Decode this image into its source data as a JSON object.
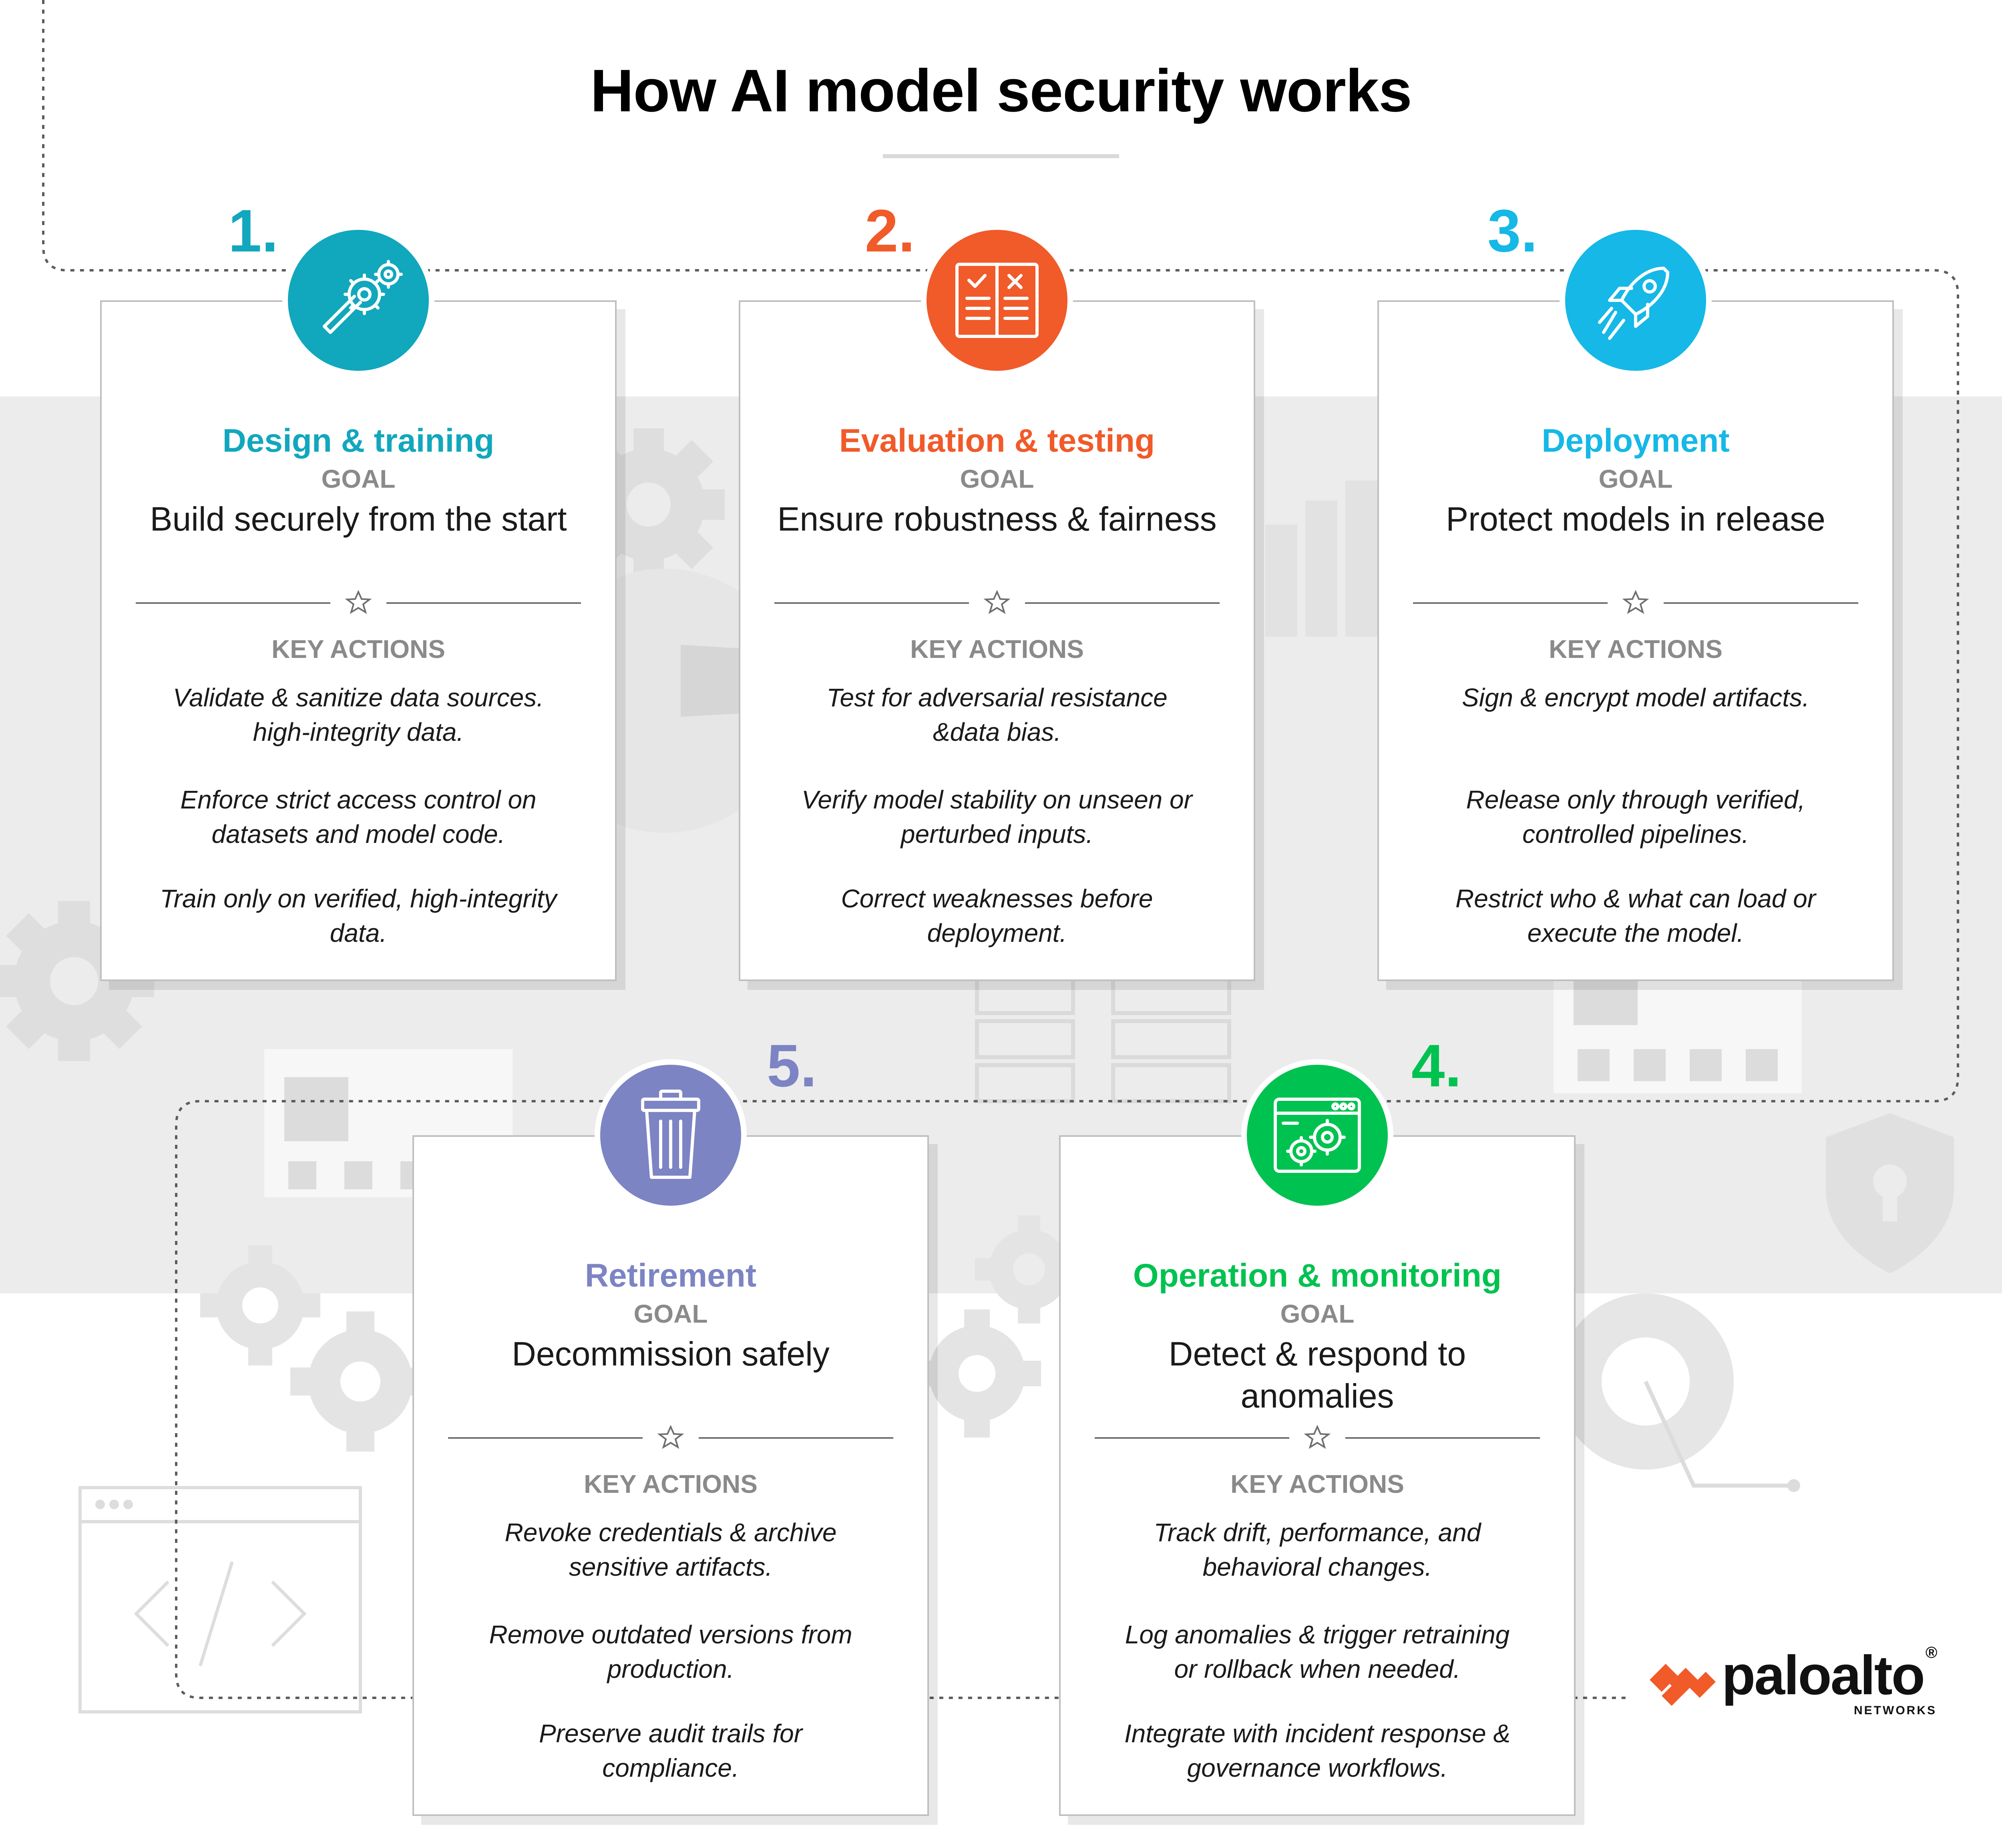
{
  "title": "How AI model security works",
  "colors": {
    "design": "#11a7bd",
    "evaluation": "#f15a29",
    "deployment": "#15b8e6",
    "operation": "#00c250",
    "retirement": "#7c84c4",
    "label_gray": "#8a8a8a"
  },
  "steps": [
    {
      "number": "1.",
      "title": "Design & training",
      "icon": "wrench-gears-icon",
      "goal_label": "GOAL",
      "goal": "Build securely from the start",
      "key_actions_label": "KEY ACTIONS",
      "actions": [
        [
          "Validate & sanitize data sources.",
          "high-integrity data."
        ],
        [
          "Enforce strict access control on",
          "datasets and model code."
        ],
        [
          "Train only on verified, high-integrity",
          "data."
        ]
      ]
    },
    {
      "number": "2.",
      "title": "Evaluation & testing",
      "icon": "checklist-book-icon",
      "goal_label": "GOAL",
      "goal": "Ensure robustness & fairness",
      "key_actions_label": "KEY ACTIONS",
      "actions": [
        [
          "Test for adversarial resistance",
          "&data bias."
        ],
        [
          "Verify model stability on unseen or",
          "perturbed inputs."
        ],
        [
          "Correct weaknesses before",
          "deployment."
        ]
      ]
    },
    {
      "number": "3.",
      "title": "Deployment",
      "icon": "rocket-icon",
      "goal_label": "GOAL",
      "goal": "Protect models in release",
      "key_actions_label": "KEY ACTIONS",
      "actions": [
        [
          "Sign & encrypt model artifacts.",
          ""
        ],
        [
          "Release only through verified,",
          "controlled pipelines."
        ],
        [
          "Restrict who & what can load or",
          "execute the model."
        ]
      ]
    },
    {
      "number": "4.",
      "title": "Operation & monitoring",
      "icon": "browser-gears-icon",
      "goal_label": "GOAL",
      "goal_lines": [
        "Detect & respond to",
        "anomalies"
      ],
      "key_actions_label": "KEY ACTIONS",
      "actions": [
        [
          "Track drift, performance, and",
          "behavioral changes."
        ],
        [
          "Log anomalies & trigger retraining",
          "or rollback when needed."
        ],
        [
          "Integrate with incident response &",
          "governance workflows."
        ]
      ]
    },
    {
      "number": "5.",
      "title": "Retirement",
      "icon": "trash-can-icon",
      "goal_label": "GOAL",
      "goal": "Decommission safely",
      "key_actions_label": "KEY ACTIONS",
      "actions": [
        [
          "Revoke credentials & archive",
          "sensitive artifacts."
        ],
        [
          "Remove outdated versions from",
          "production."
        ],
        [
          "Preserve audit trails for",
          "compliance."
        ]
      ]
    }
  ],
  "logo": {
    "name": "paloalto",
    "registered": "®",
    "sub": "NETWORKS"
  }
}
